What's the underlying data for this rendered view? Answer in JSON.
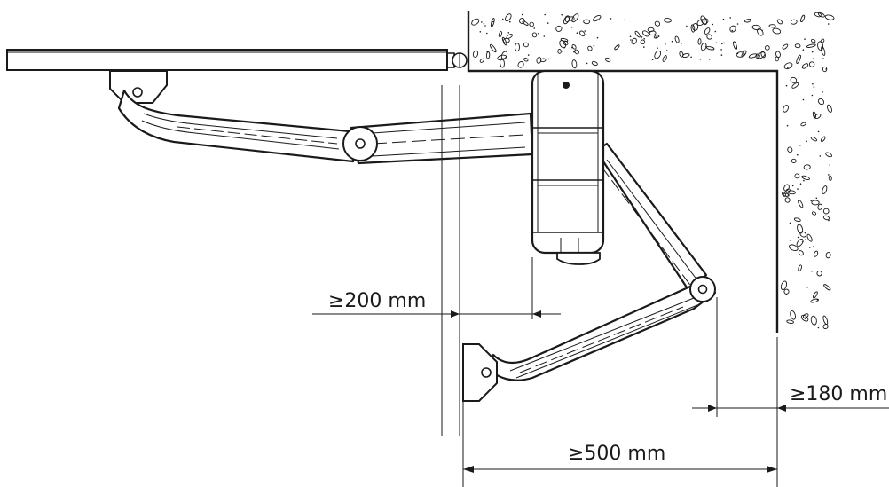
{
  "diagram": {
    "dimensions": {
      "d200": "≥200 mm",
      "d180": "≥180 mm",
      "d500": "≥500 mm"
    }
  }
}
